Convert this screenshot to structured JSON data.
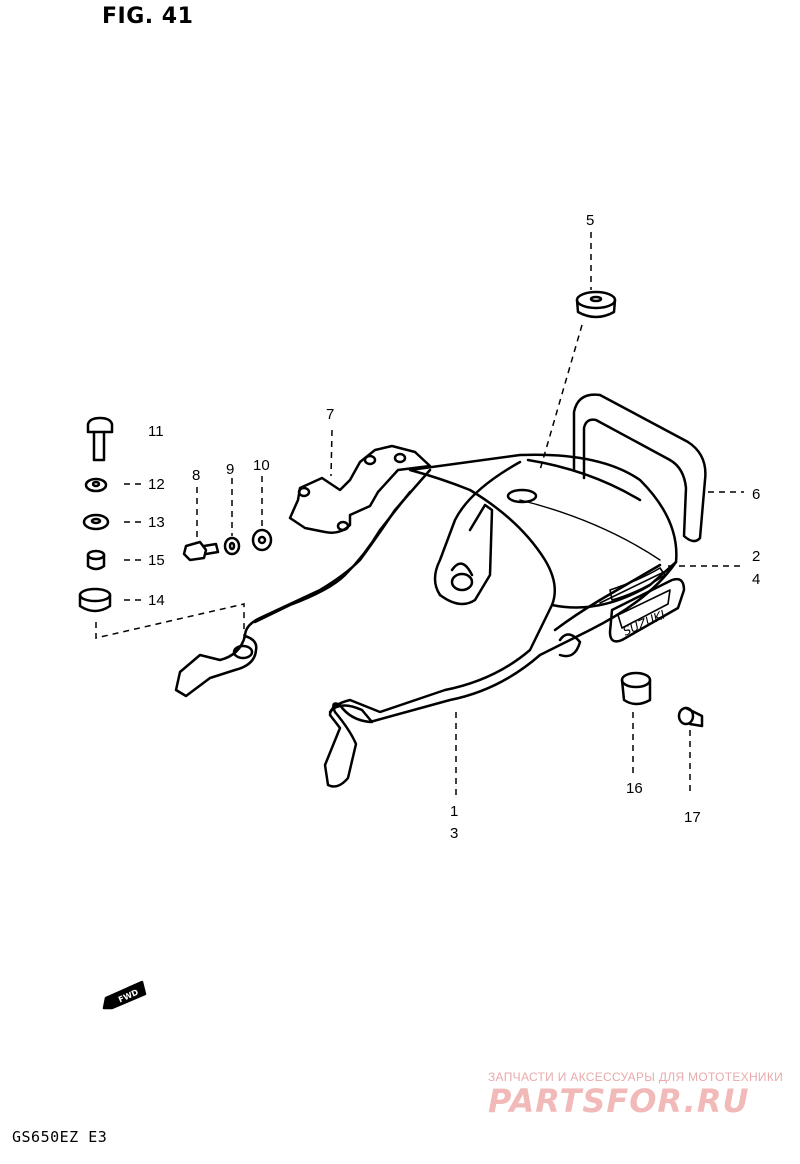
{
  "figure_title": "FIG. 41",
  "model_code": "GS650EZ E3",
  "part_labels": {
    "p1": "1",
    "p2": "2",
    "p3": "3",
    "p4": "4",
    "p5": "5",
    "p6": "6",
    "p7": "7",
    "p8": "8",
    "p9": "9",
    "p10": "10",
    "p11": "11",
    "p12": "12",
    "p13": "13",
    "p14": "14",
    "p15": "15",
    "p16": "16",
    "p17": "17"
  },
  "emblem_text": "SUZUKI",
  "fwd_text": "FWD",
  "watermark": {
    "tagline": "ЗАПЧАСТИ И АКСЕССУАРЫ ДЛЯ МОТОТЕХНИКИ",
    "brand": "PARTSFOR.RU"
  }
}
